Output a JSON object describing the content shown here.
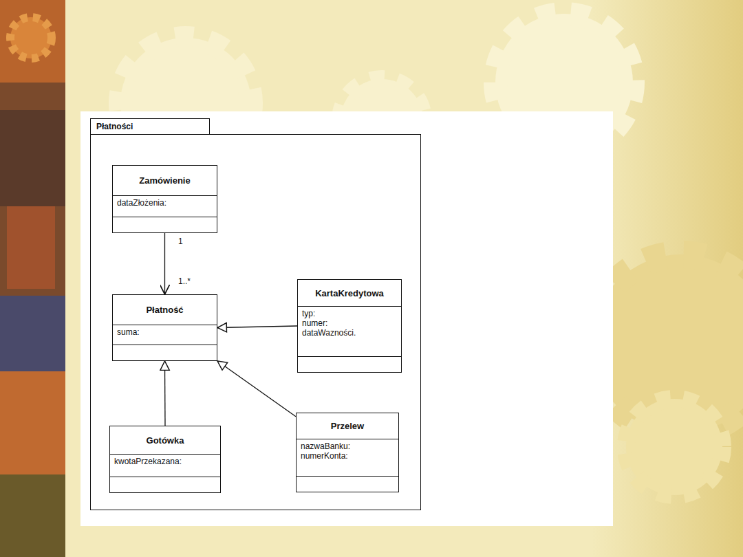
{
  "diagram": {
    "nodes": [
      {
        "text": [
          "Płatności"
        ]
      },
      {
        "text": [
          "Zamówienie",
          "dataZłożenia:"
        ],
        "in": 0
      },
      {
        "text": [
          "Płatność",
          "suma:"
        ],
        "in": 0
      },
      {
        "text": [
          "KartaKredytowa",
          "typ:",
          "numer:",
          "dataWazności."
        ],
        "in": 0
      },
      {
        "text": [
          "Gotówka",
          "kwotaPrzekazana:"
        ],
        "in": 0
      },
      {
        "text": [
          "Przelew",
          "nazwaBanku:",
          "numerKonta:"
        ],
        "in": 0
      }
    ],
    "edges": [
      {
        "from": 1,
        "to": 2,
        "arrow": "to"
      },
      {
        "from": 3,
        "to": 2,
        "arrow": "to"
      },
      {
        "from": 4,
        "to": 2,
        "arrow": "to"
      },
      {
        "from": 5,
        "to": 2,
        "arrow": "to"
      }
    ],
    "labels": [
      "1",
      "1..*"
    ]
  }
}
